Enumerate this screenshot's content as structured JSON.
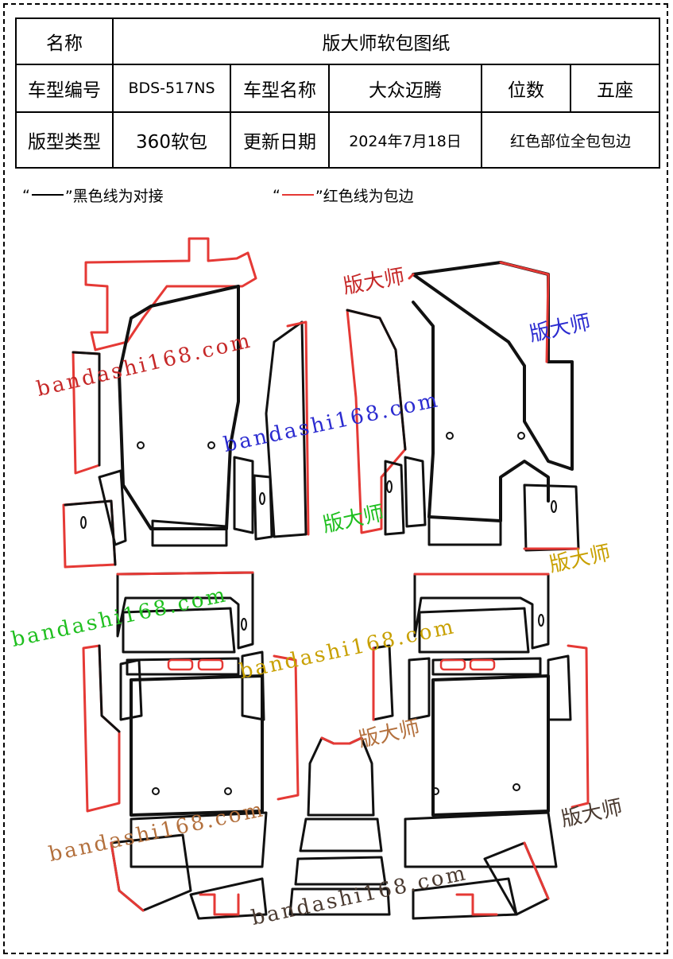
{
  "table": {
    "name_label": "名称",
    "name_value": "版大师软包图纸",
    "model_code_label": "车型编号",
    "model_code_value": "BDS-517NS",
    "model_name_label": "车型名称",
    "model_name_value": "大众迈腾",
    "seats_label": "位数",
    "seats_value": "五座",
    "type_label": "版型类型",
    "type_value": "360软包",
    "date_label": "更新日期",
    "date_value": "2024年7月18日",
    "note_value": "红色部位全包包边"
  },
  "legend": {
    "black_open": "“",
    "black_close": "”黑色线为对接",
    "red_open": "“",
    "red_close": "”红色线为包边"
  },
  "watermarks": {
    "brand_cn": "版大师",
    "site": "bandashi168.com"
  },
  "colors": {
    "outline": "#111111",
    "edge_red": "#e53935",
    "wm_red": "#c62828",
    "wm_blue": "#2b2bd0",
    "wm_green": "#1fbf1f",
    "wm_gold": "#c8a000",
    "wm_brown": "#b3703d",
    "wm_dark": "#4a3a30"
  }
}
